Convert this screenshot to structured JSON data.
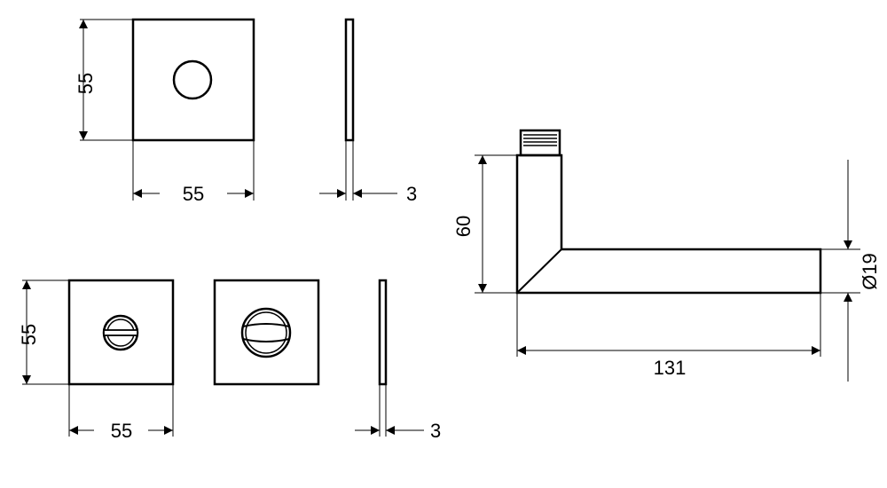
{
  "dimensions": {
    "rose_height": "55",
    "rose_width": "55",
    "rose_thickness": "3",
    "wc_height": "55",
    "wc_width": "55",
    "wc_thickness": "3",
    "handle_height": "60",
    "handle_diameter": "Ø19",
    "handle_length": "131"
  },
  "colors": {
    "line": "#000000",
    "background": "#ffffff"
  },
  "icons": {
    "arrow": "filled-triangle-arrowhead"
  }
}
